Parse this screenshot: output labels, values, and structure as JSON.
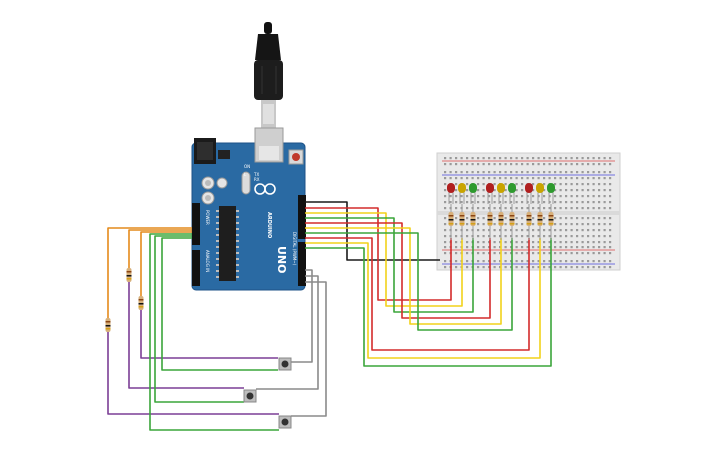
{
  "board": {
    "model": "UNO",
    "brand": "ARDUINO",
    "label_digital": "DIGITAL (PWM~)",
    "label_analog": "ANALOG IN",
    "label_power": "POWER",
    "label_on": "ON",
    "label_tx": "TX",
    "label_rx": "RX",
    "label_l": "L"
  },
  "colors": {
    "board": "#2a6aa3",
    "board_edge": "#1d5287",
    "breadboard": "#e9e9e9",
    "wire_black": "#1a1a1a",
    "wire_red": "#d42b2b",
    "wire_yellow": "#f2d21a",
    "wire_green": "#3aa53a",
    "wire_orange": "#e48a1c",
    "wire_purple": "#7b3e95",
    "wire_gray": "#8a8a8a",
    "led_red": "#b01f1f",
    "led_yellow": "#c9a400",
    "led_green": "#2e9a2e"
  },
  "leds": [
    {
      "color": "red"
    },
    {
      "color": "yellow"
    },
    {
      "color": "green"
    },
    {
      "color": "red"
    },
    {
      "color": "yellow"
    },
    {
      "color": "green"
    },
    {
      "color": "red"
    },
    {
      "color": "yellow"
    },
    {
      "color": "green"
    }
  ],
  "buttons": [
    {
      "id": "button-1"
    },
    {
      "id": "button-2"
    },
    {
      "id": "button-3"
    }
  ],
  "icons": [
    "usb-cable-icon",
    "arduino-logo-icon",
    "reset-button-icon"
  ]
}
